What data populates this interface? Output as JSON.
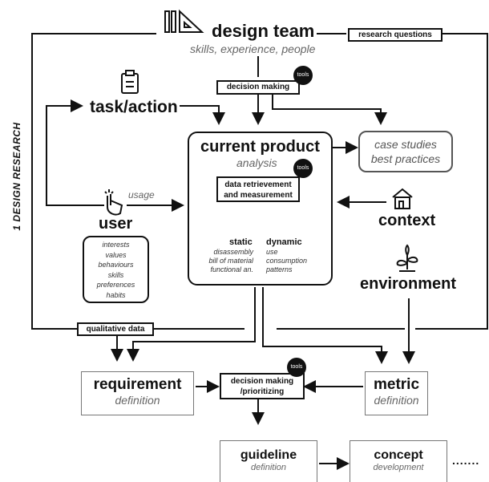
{
  "design_team": {
    "title": "design team",
    "subtitle": "skills, experience, people"
  },
  "research_questions": "research questions",
  "side_label": "1 DESIGN RESEARCH",
  "decision_making_1": "decision making",
  "tools": "tools",
  "task_action": "task/action",
  "current_product": {
    "title": "current product",
    "subtitle": "analysis",
    "data_box": [
      "data retrievement",
      "and measurement"
    ],
    "static": {
      "label": "static",
      "lines": [
        "disassembly",
        "bill of material",
        "functional an."
      ]
    },
    "dynamic": {
      "label": "dynamic",
      "lines": [
        "use",
        "consumption",
        "patterns"
      ]
    }
  },
  "case_studies": [
    "case studies",
    "best practices"
  ],
  "usage": "usage",
  "user": {
    "label": "user",
    "attributes": [
      "interests",
      "values",
      "behaviours",
      "skills",
      "preferences",
      "habits"
    ]
  },
  "context": "context",
  "environment": "environment",
  "qualitative_data": "qualitative data",
  "requirement": {
    "title": "requirement",
    "subtitle": "definition"
  },
  "decision_making_2": [
    "decision making",
    "/prioritizing"
  ],
  "metric": {
    "title": "metric",
    "subtitle": "definition"
  },
  "guideline": {
    "title": "guideline",
    "subtitle": "definition"
  },
  "concept": {
    "title": "concept",
    "subtitle": "development"
  },
  "ellipsis": "......."
}
